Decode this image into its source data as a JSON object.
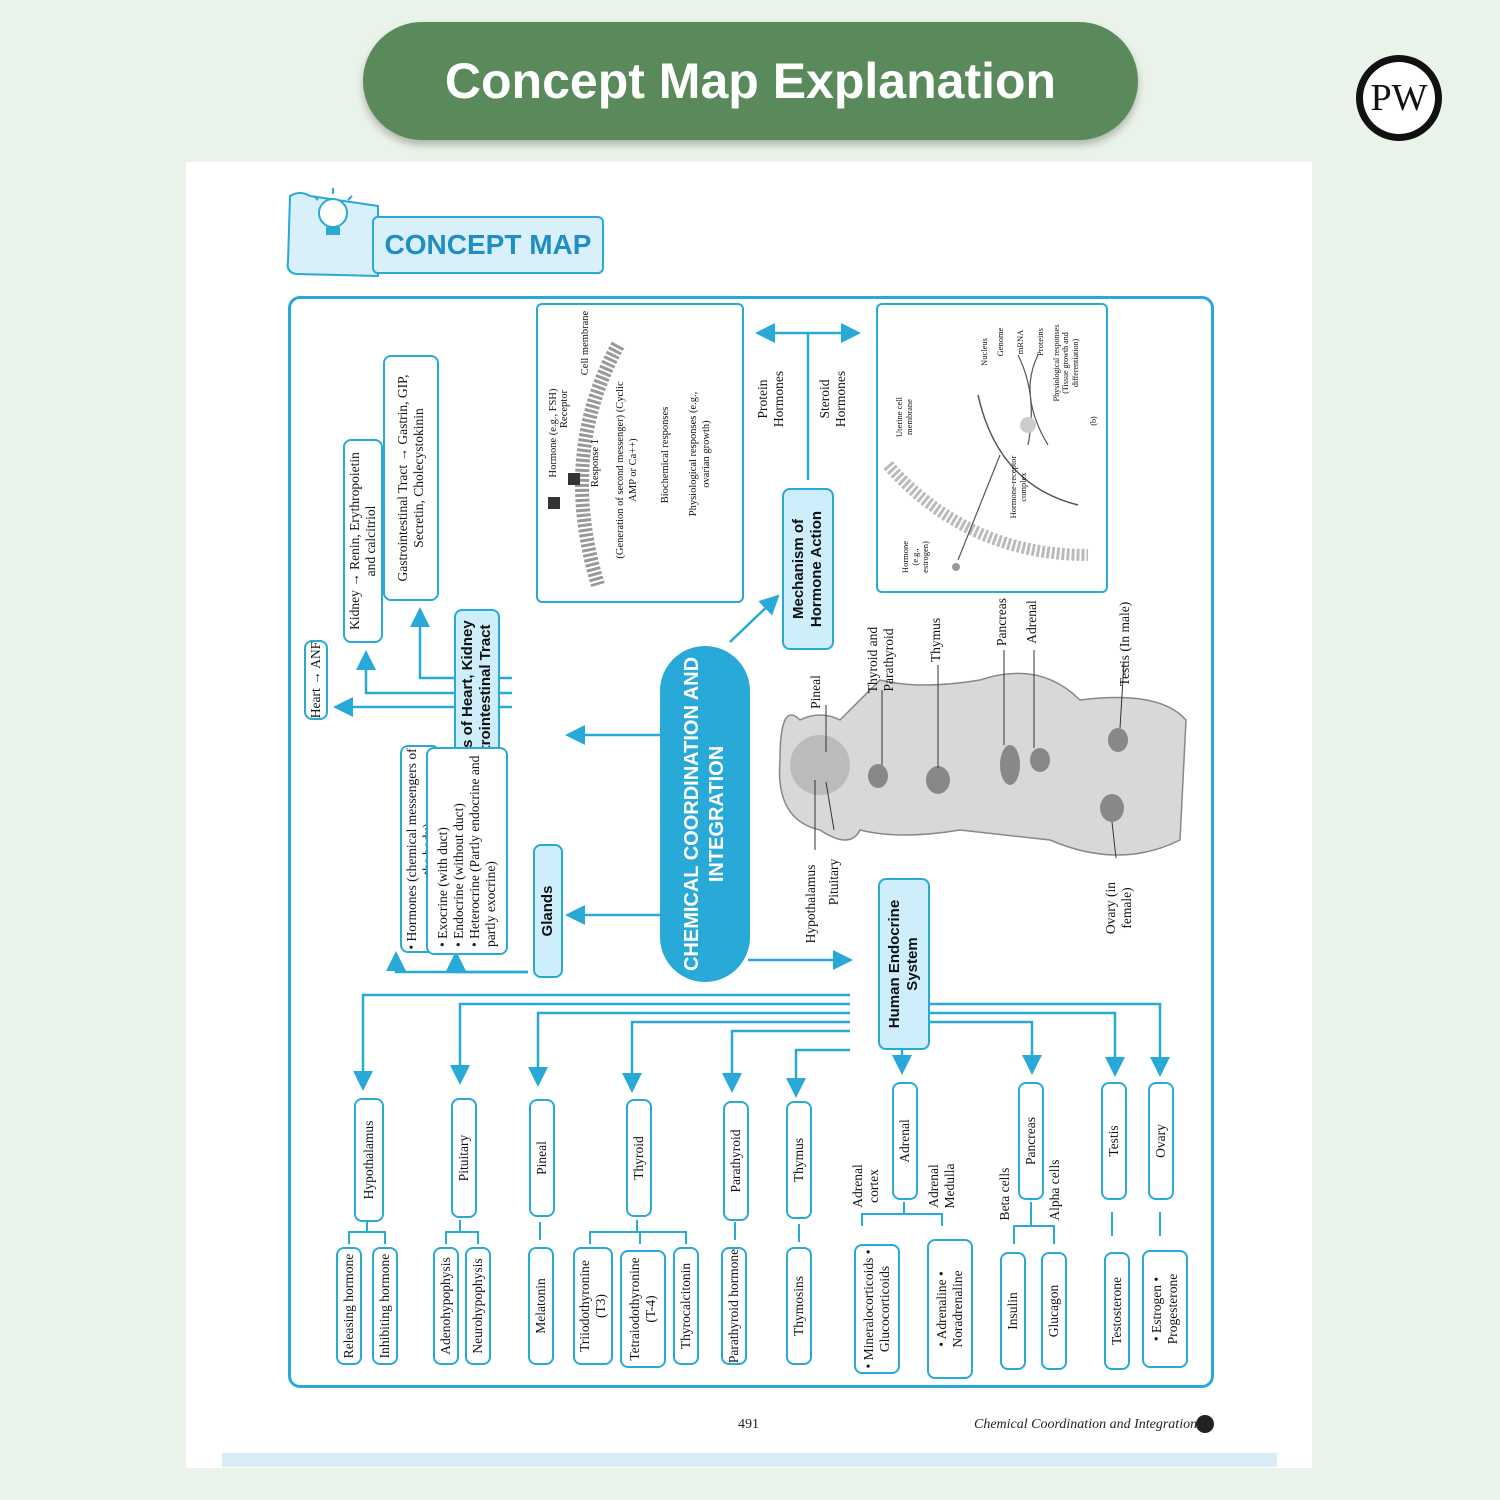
{
  "banner": {
    "title": "Concept Map Explanation"
  },
  "logo": {
    "text": "PW"
  },
  "concept_map_title": "CONCEPT MAP",
  "central": "CHEMICAL COORDINATION AND INTEGRATION",
  "heart_section": {
    "title": "Hormones of Heart, Kidney and Gastrointestinal Tract",
    "heart": "Heart → ANF",
    "kidney": "Kidney →    Renin, Erythropoietin and calcitriol",
    "gi": "Gastrointestinal Tract → Gastrin, GIP, Secretin, Cholecystokinin"
  },
  "glands": {
    "title": "Glands",
    "hormones": "• Hormones (chemical messengers of the body)",
    "types": [
      "• Exocrine (with duct)",
      "• Endocrine (without duct)",
      "• Heterocrine (Partly endocrine and partly exocrine)"
    ]
  },
  "mechanism": {
    "title": "Mechanism of Hormone Action",
    "protein": "Protein Hormones",
    "steroid": "Steroid Hormones",
    "protein_diagram": {
      "hormone": "Hormone (e.g., FSH)",
      "receptor": "Receptor",
      "membrane": "Cell membrane",
      "response": "Response 1",
      "second": "(Generation of second messenger) (Cyclic AMP or Ca++)",
      "biochem": "Biochemical responses",
      "physio": "Physiological responses (e.g., ovarian growth)"
    },
    "steroid_diagram": {
      "hormone": "Hormone (e.g., estrogen)",
      "complex": "Hormone-receptor complex",
      "uterine": "Uterine cell membrane",
      "nucleus": "Nucleus",
      "genome": "Genome",
      "mrna": "mRNA",
      "proteins": "Proteins",
      "physio": "Physiological responses (Tissue growth and differentiation)",
      "label_b": "(b)"
    }
  },
  "human_endocrine": {
    "title": "Human Endocrine System",
    "figure_labels": [
      "Pineal",
      "Thyroid and Parathyroid",
      "Thymus",
      "Pancreas",
      "Adrenal",
      "Testis (In male)",
      "Hypothalamus",
      "Pituitary",
      "Ovary (in female)"
    ]
  },
  "glands_row": [
    {
      "name": "Hypothalamus",
      "products": [
        "Releasing hormone",
        "Inhibiting hormone"
      ]
    },
    {
      "name": "Pituitary",
      "products": [
        "Adenohypophysis",
        "Neurohypophysis"
      ]
    },
    {
      "name": "Pineal",
      "products": [
        "Melatonin"
      ]
    },
    {
      "name": "Thyroid",
      "products": [
        "Triiodothyronine (T3)",
        "Tetraiodothyronine (T-4)",
        "Thyrocalcitonin"
      ]
    },
    {
      "name": "Parathyroid",
      "products": [
        "Parathyroid hormone"
      ]
    },
    {
      "name": "Thymus",
      "products": [
        "Thymosins"
      ]
    },
    {
      "name": "Adrenal",
      "branches": [
        "Adrenal cortex",
        "Adrenal Medulla"
      ],
      "products": [
        "• Mineralocorticoids • Glucocorticoids",
        "• Adrenaline • Noradrenaline"
      ]
    },
    {
      "name": "Pancreas",
      "branches": [
        "Beta cells",
        "Alpha cells"
      ],
      "products": [
        "Insulin",
        "Glucagon"
      ]
    },
    {
      "name": "Testis",
      "products": [
        "Testosterone"
      ]
    },
    {
      "name": "Ovary",
      "products": [
        "• Estrogen • Progesterone"
      ]
    }
  ],
  "footer": {
    "page": "491",
    "title": "Chemical Coordination and Integration"
  },
  "colors": {
    "accent": "#29a9d8",
    "banner": "#5a8a5c",
    "fill": "#cfeefb"
  }
}
